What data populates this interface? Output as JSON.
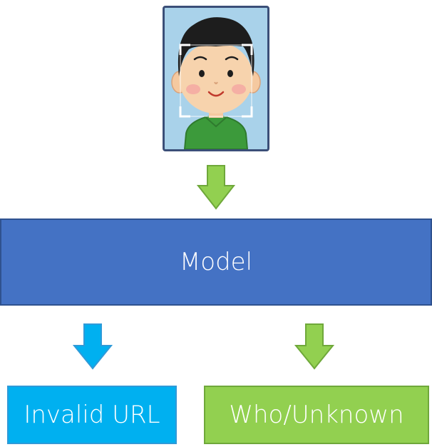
{
  "model": {
    "label": "Model"
  },
  "outputs": {
    "invalid_label": "Invalid URL",
    "who_label": "Who/Unknown"
  },
  "colors": {
    "model_fill": "#4472c4",
    "invalid_fill": "#00b0f0",
    "who_fill": "#92d050",
    "green_arrow": "#92d050",
    "blue_arrow": "#00b0f0",
    "photo_background": "#a9d2ea"
  },
  "icons": {
    "photo": "face-photo-icon",
    "face_detection": "face-detection-frame-icon",
    "arrow": "arrow-down-icon"
  }
}
